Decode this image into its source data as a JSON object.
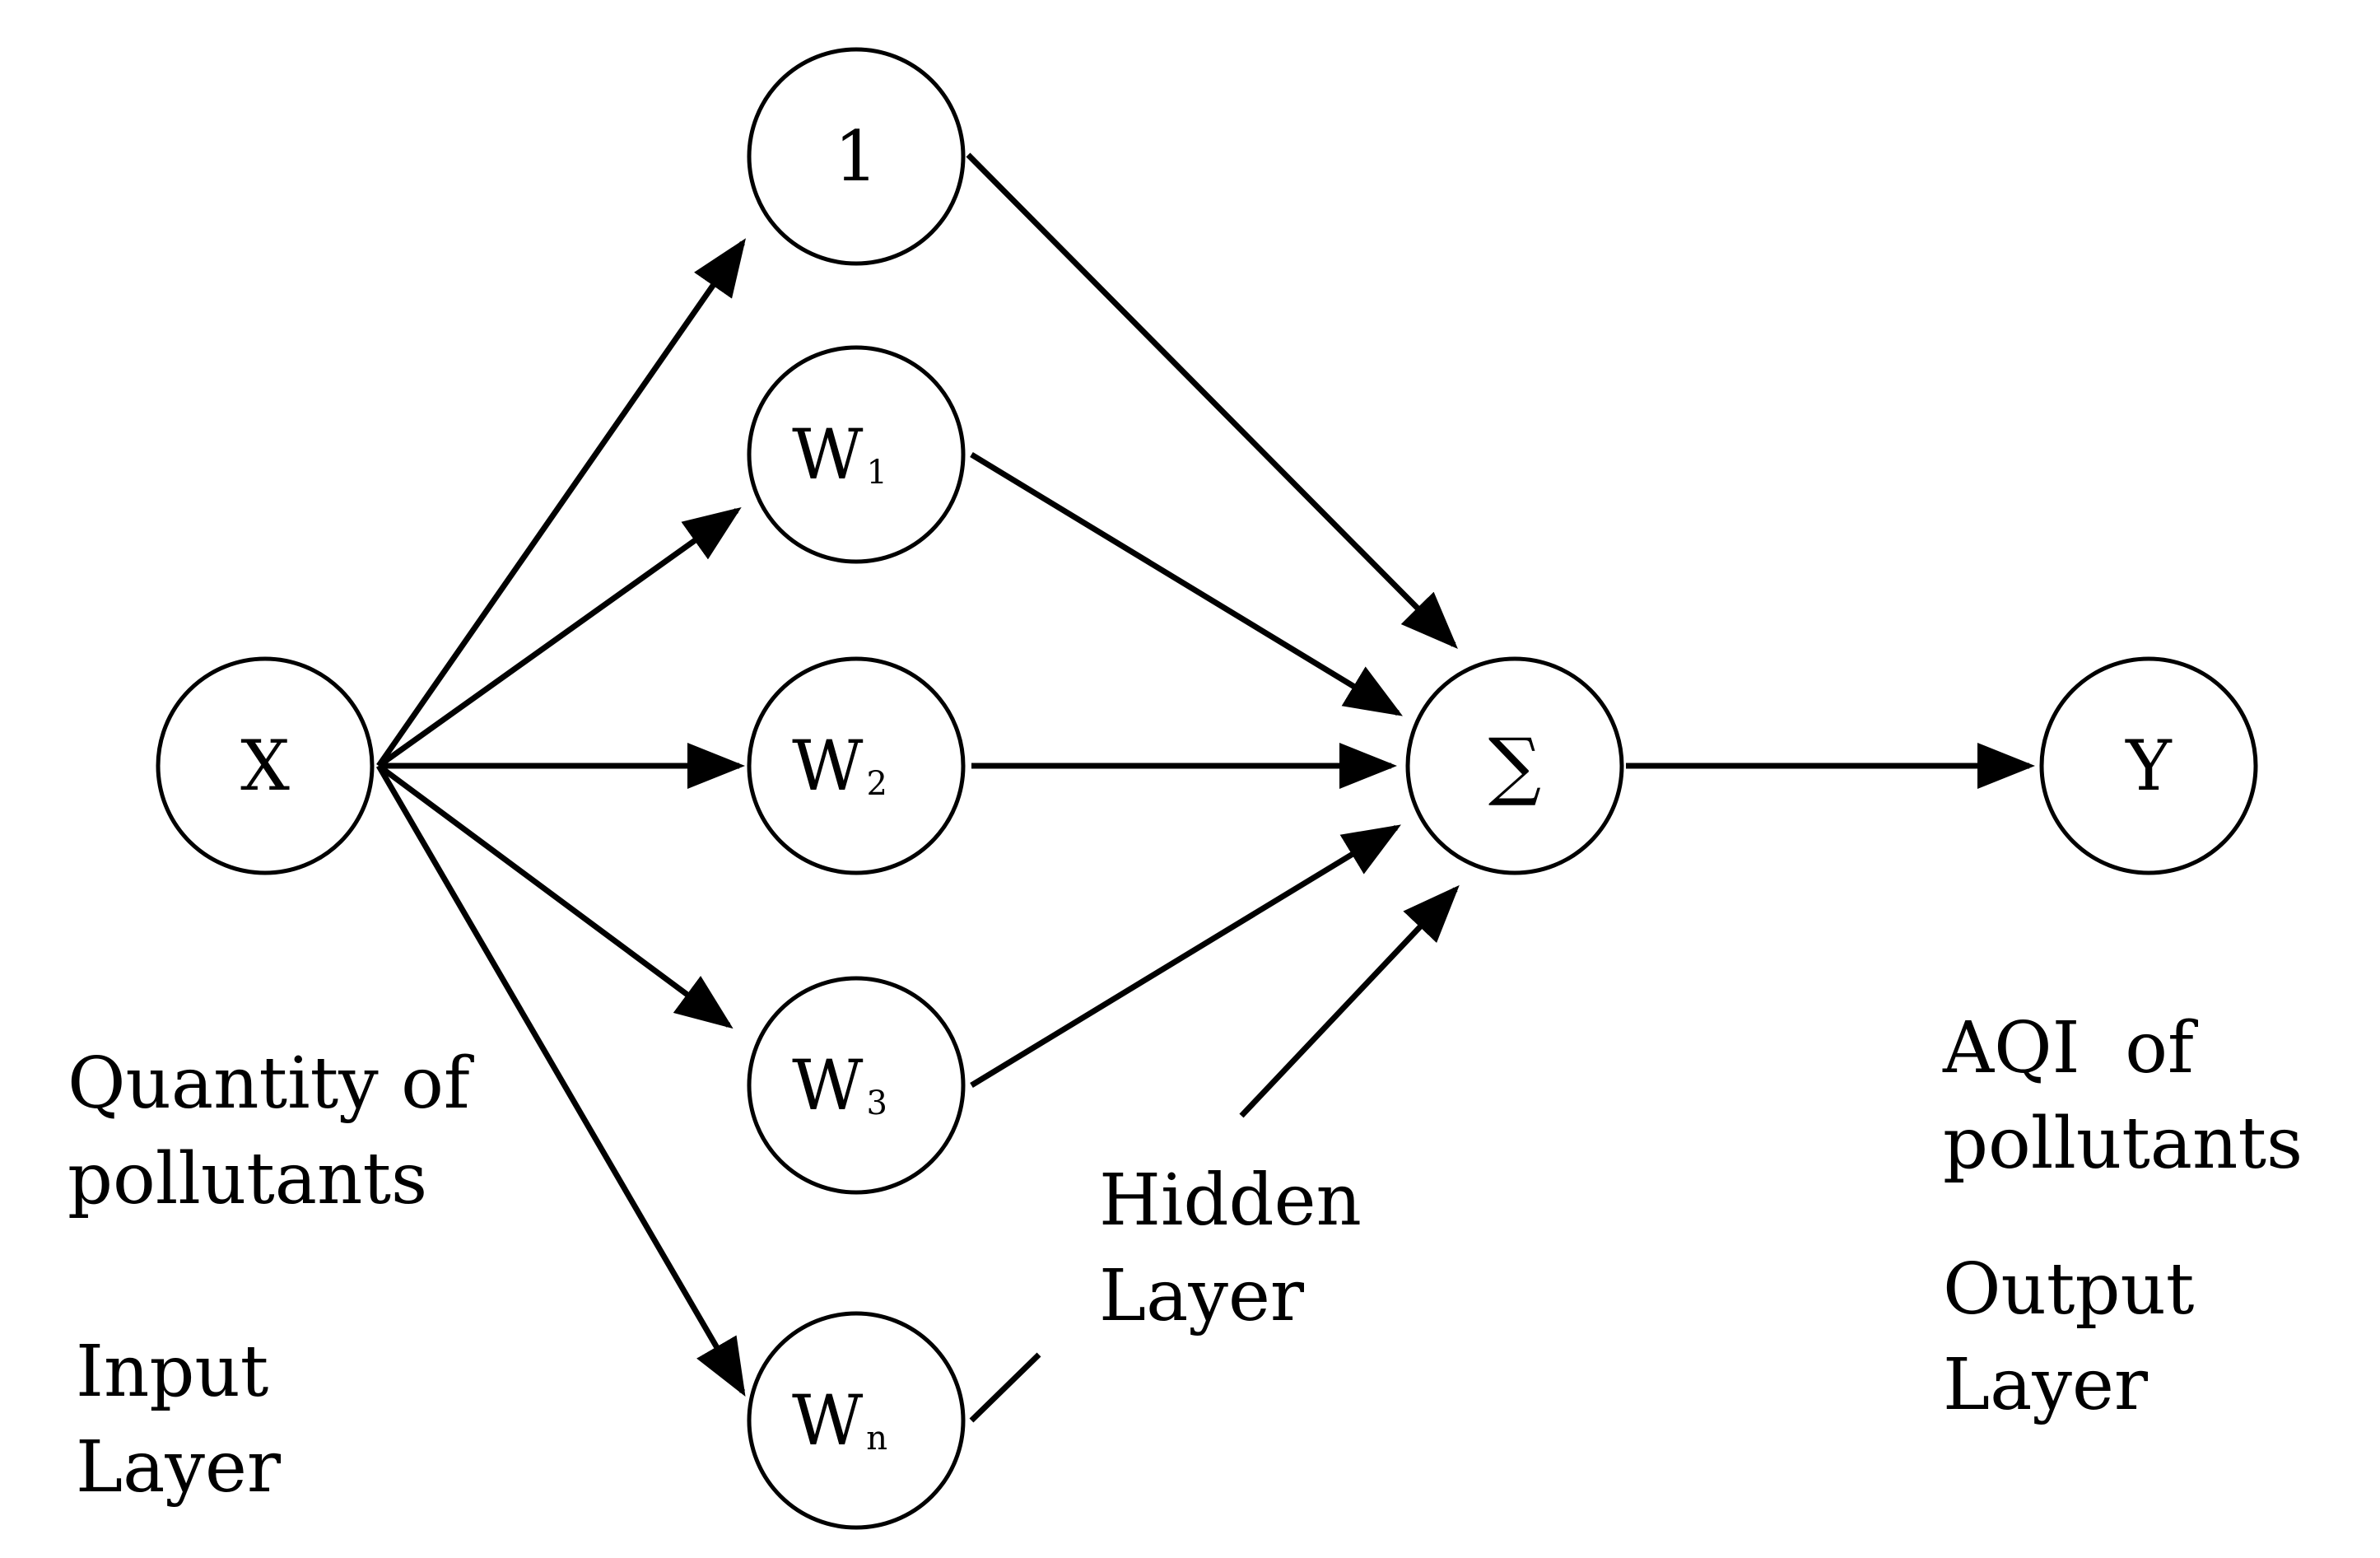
{
  "nodes": {
    "input": {
      "label": "X"
    },
    "bias": {
      "label": "1"
    },
    "w1": {
      "label": "W",
      "sub": "1"
    },
    "w2": {
      "label": "W",
      "sub": "2"
    },
    "w3": {
      "label": "W",
      "sub": "3"
    },
    "wn": {
      "label": "W",
      "sub": "n"
    },
    "sum": {
      "label": "∑"
    },
    "output": {
      "label": "Y"
    }
  },
  "captions": {
    "input_desc": [
      "Quantity of",
      "pollutants"
    ],
    "input_layer": [
      "Input",
      "Layer"
    ],
    "hidden_layer": [
      "Hidden",
      "Layer"
    ],
    "output_desc": [
      "AQI  of",
      "pollutants"
    ],
    "output_layer": [
      "Output",
      "Layer"
    ]
  },
  "colors": {
    "stroke": "#000000",
    "background": "#ffffff"
  }
}
